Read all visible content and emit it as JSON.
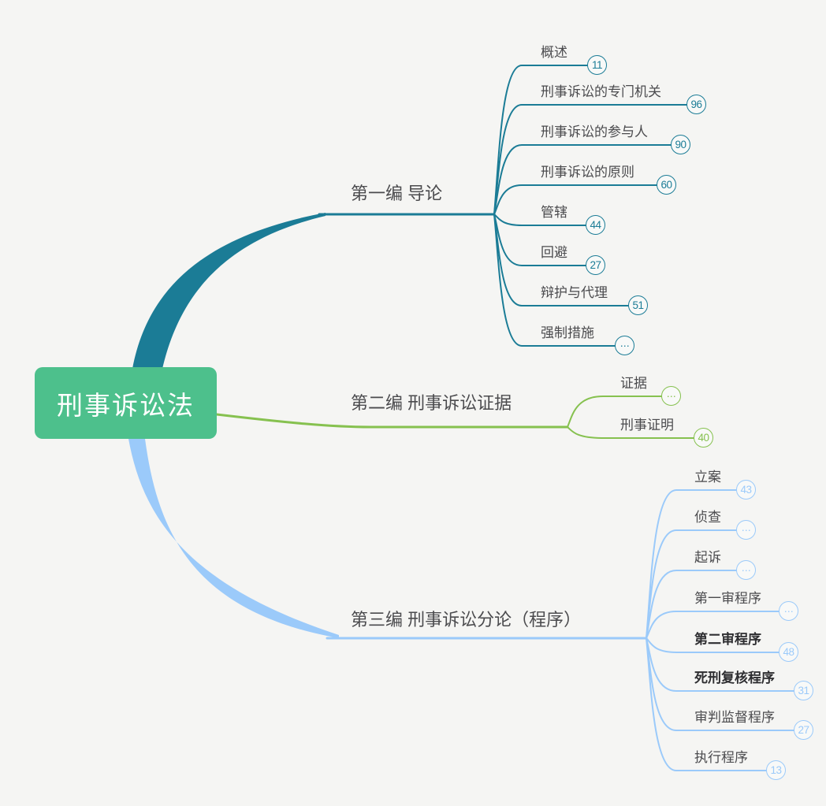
{
  "root": {
    "label": "刑事诉讼法"
  },
  "colors": {
    "branch1": "#1B7C96",
    "branch2": "#86C14F",
    "branch3": "#9BCAFA",
    "root": "#4DC08C",
    "background": "#F5F5F3",
    "text": "#4B4B4E",
    "text_bold": "#2E2E31"
  },
  "branches": [
    {
      "label": "第一编 导论",
      "items": [
        {
          "label": "概述",
          "badge": "11"
        },
        {
          "label": "刑事诉讼的专门机关",
          "badge": "96"
        },
        {
          "label": "刑事诉讼的参与人",
          "badge": "90"
        },
        {
          "label": "刑事诉讼的原则",
          "badge": "60"
        },
        {
          "label": "管辖",
          "badge": "44"
        },
        {
          "label": "回避",
          "badge": "27"
        },
        {
          "label": "辩护与代理",
          "badge": "51"
        },
        {
          "label": "强制措施",
          "badge": "···"
        }
      ]
    },
    {
      "label": "第二编 刑事诉讼证据",
      "items": [
        {
          "label": "证据",
          "badge": "···"
        },
        {
          "label": "刑事证明",
          "badge": "40"
        }
      ]
    },
    {
      "label": "第三编 刑事诉讼分论（程序）",
      "items": [
        {
          "label": "立案",
          "badge": "43"
        },
        {
          "label": "侦查",
          "badge": "···"
        },
        {
          "label": "起诉",
          "badge": "···"
        },
        {
          "label": "第一审程序",
          "badge": "···"
        },
        {
          "label": "第二审程序",
          "badge": "48"
        },
        {
          "label": "死刑复核程序",
          "badge": "31"
        },
        {
          "label": "审判监督程序",
          "badge": "27"
        },
        {
          "label": "执行程序",
          "badge": "13"
        }
      ]
    }
  ]
}
